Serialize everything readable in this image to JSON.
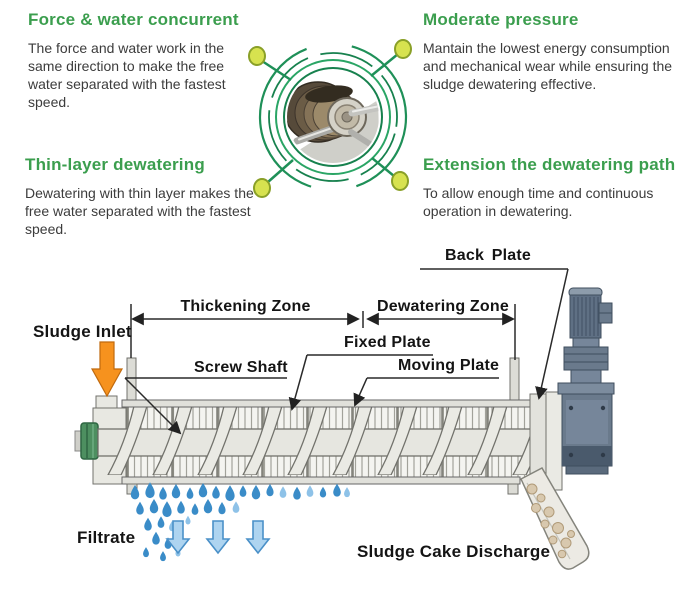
{
  "features": {
    "force": {
      "title": "Force & water concurrent",
      "body": "The force and water work in the same direction to make the free water separated with the fastest speed."
    },
    "pressure": {
      "title": "Moderate pressure",
      "body": "Mantain the lowest energy consumption and mechanical wear while ensuring the sludge dewatering effective."
    },
    "thin_layer": {
      "title": "Thin-layer dewatering",
      "body": "Dewatering with thin layer makes the free water separated with the fastest speed."
    },
    "extension": {
      "title": "Extension the dewatering path",
      "body": "To allow enough time and continuous operation in dewatering."
    }
  },
  "diagram": {
    "labels": {
      "sludge_inlet": "Sludge Inlet",
      "thickening_zone": "Thickening Zone",
      "dewatering_zone": "Dewatering Zone",
      "back_plate": "Back Plate",
      "fixed_plate": "Fixed Plate",
      "moving_plate": "Moving Plate",
      "screw_shaft": "Screw Shaft",
      "filtrate": "Filtrate",
      "sludge_cake_discharge": "Sludge Cake Discharge"
    }
  },
  "colors": {
    "heading_green": "#3b9e4e",
    "ring_green_dark": "#17814e",
    "ring_green": "#2aa565",
    "callout_dot_fill": "#d7e24f",
    "callout_dot_border": "#8aa028",
    "inlet_arrow_orange": "#f6921e",
    "filtrate_arrow_blue": "#aed4f0",
    "water_drop_blue": "#3a8cc8",
    "machine_light_gray": "#e8e8e2",
    "motor_slate": "#6a7a8c",
    "sludge_cake_tan": "#d8c8ae"
  }
}
